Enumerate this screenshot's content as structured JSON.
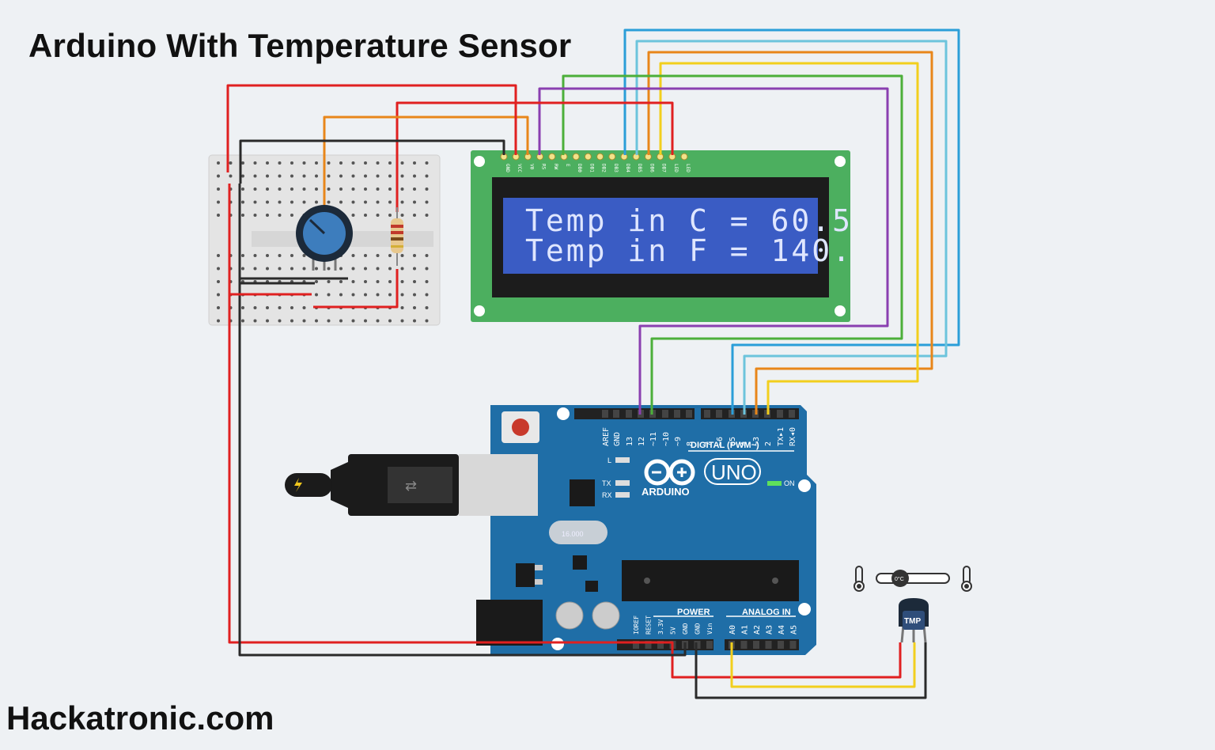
{
  "title": "Arduino With Temperature Sensor",
  "footer": "Hackatronic.com",
  "lcd": {
    "line1": "Temp in C = 60.5",
    "line2": "Temp in F = 140.",
    "pins": [
      "GND",
      "VCC",
      "V0",
      "RS",
      "RW",
      "E",
      "DB0",
      "DB1",
      "DB2",
      "DB3",
      "DB4",
      "DB5",
      "DB6",
      "DB7",
      "LED",
      "LED"
    ]
  },
  "arduino": {
    "logo": "ARDUINO",
    "model": "UNO",
    "digital_header": "DIGITAL (PWM~)",
    "digital_pins": [
      "AREF",
      "GND",
      "13",
      "12",
      "~11",
      "~10",
      "~9",
      "8",
      "7",
      "~6",
      "~5",
      "4",
      "~3",
      "2",
      "TX▸1",
      "RX◂0"
    ],
    "power_header": "POWER",
    "power_pins": [
      "IOREF",
      "RESET",
      "3.3V",
      "5V",
      "GND",
      "GND",
      "Vin"
    ],
    "analog_header": "ANALOG IN",
    "analog_pins": [
      "A0",
      "A1",
      "A2",
      "A3",
      "A4",
      "A5"
    ],
    "led_labels": [
      "L",
      "TX",
      "RX"
    ],
    "on_label": "ON",
    "crystal_label": "16.000"
  },
  "sensor": {
    "label": "TMP",
    "slider_value": "0°C"
  },
  "colors": {
    "background": "#eef1f4",
    "wire_red": "#e02020",
    "wire_black": "#2a2a2a",
    "wire_orange": "#e8861a",
    "wire_green": "#4caf3a",
    "wire_purple": "#8a3fb0",
    "wire_yellow": "#f2cf1d",
    "wire_cyan": "#6cc4dc",
    "wire_blue": "#2b9ed8",
    "lcd_board": "#4caf5f",
    "lcd_screen": "#3a5cc4",
    "arduino_board": "#1f6ea7"
  }
}
